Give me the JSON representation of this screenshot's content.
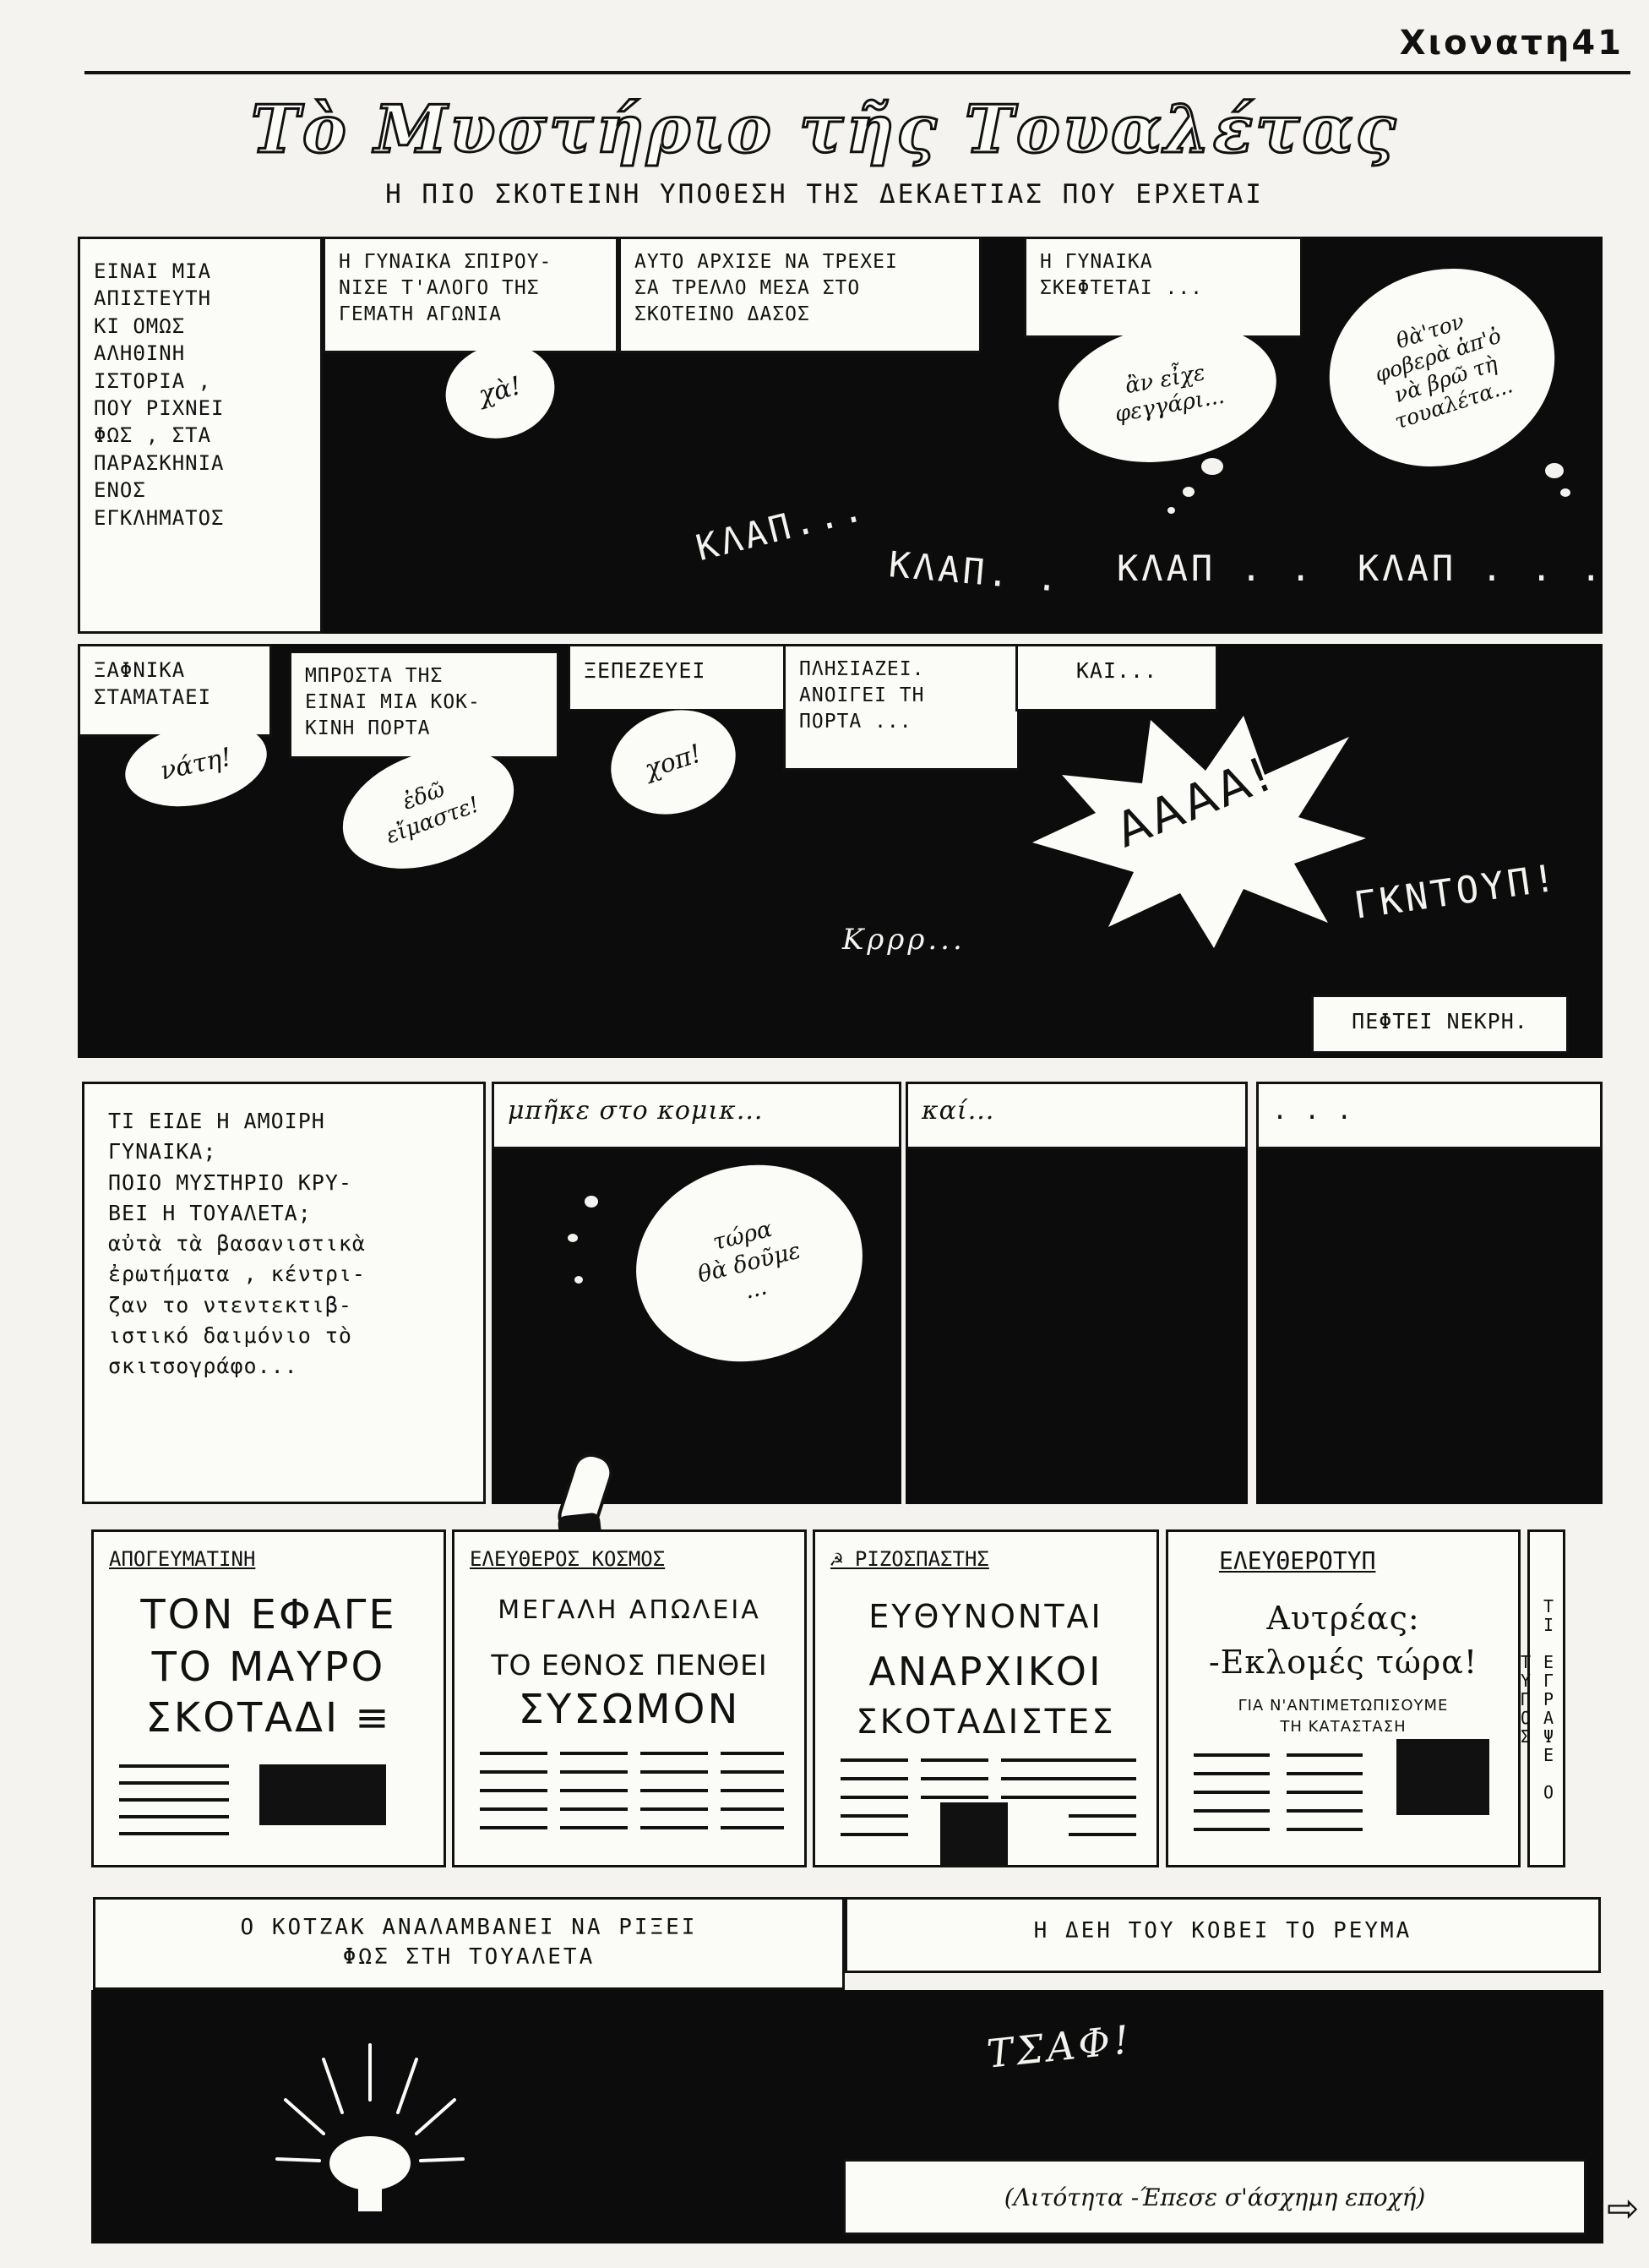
{
  "page": {
    "running_title": "Χιονατη41",
    "title": "Τὸ Μυστήριο τῆς Τουαλέτας",
    "subtitle": "Η ΠΙΟ ΣΚΟΤΕΙΝΗ ΥΠΟΘΕΣΗ ΤΗΣ ΔΕΚΑΕΤΙΑΣ ΠΟΥ ΕΡΧΕΤΑΙ"
  },
  "row1": {
    "intro": "ΕΙΝΑΙ ΜΙΑ\nΑΠΙΣΤΕΥΤΗ\nΚΙ ΟΜΩΣ\nΑΛΗΘΙΝΗ\nΙΣΤΟΡΙΑ ,\nΠΟΥ ΡΙΧΝΕΙ\nΦΩΣ , ΣΤΑ\nΠΑΡΑΣΚΗΝΙΑ\nΕΝΟΣ\nΕΓΚΛΗΜΑΤΟΣ",
    "cap_a": "Η ΓΥΝΑΙΚΑ ΣΠΙΡΟΥ-\nΝΙΣΕ Τ'ΑΛΟΓΟ ΤΗΣ\nΓΕΜΑΤΗ ΑΓΩΝΙΑ",
    "cap_b": "ΑΥΤΟ ΑΡΧΙΣΕ ΝΑ ΤΡΕΧΕΙ\nΣΑ ΤΡΕΛΛΟ ΜΕΣΑ ΣΤΟ\nΣΚΟΤΕΙΝΟ ΔΑΣΟΣ",
    "cap_c": "Η ΓΥΝΑΙΚΑ\nΣΚΕΦΤΕΤΑΙ ...",
    "bubble_1": "χὰ!",
    "bubble_2": "ἂν εἶχε\nφεγγάρι...",
    "bubble_3": "θὰ'τον\nφοβερὰ ἀπ'ὀ\nνὰ βρῶ τὴ\nτουαλέτα...",
    "sfx": [
      "ΚΛΑΠ...",
      "ΚΛΑΠ. .",
      "ΚΛΑΠ . .",
      "ΚΛΑΠ . . ."
    ]
  },
  "row2": {
    "cap_a": "ΞΑΦΝΙΚΑ\nΣΤΑΜΑΤΑΕΙ",
    "cap_b": "ΜΠΡΟΣΤΑ ΤΗΣ\nΕΙΝΑΙ ΜΙΑ ΚΟΚ-\nΚΙΝΗ ΠΟΡΤΑ",
    "cap_c": "ΞΕΠΕΖΕΥΕΙ",
    "cap_d": "ΠΛΗΣΙΑΖΕΙ.\nΑΝΟΙΓΕΙ ΤΗ\nΠΟΡΤΑ ...",
    "cap_e": "ΚΑΙ...",
    "bubble_1": "νάτη!",
    "bubble_2": "ἐδῶ\nεἴμαστε!",
    "bubble_3": "χοπ!",
    "burst": "ΑΑΑΑ!",
    "sfx_1": "Κρρρ...",
    "sfx_2": "ΓΚΝΤΟΥΠ!",
    "cap_f": "ΠΕΦΤΕΙ ΝΕΚΡΗ."
  },
  "row3": {
    "question": "ΤΙ ΕΙΔΕ Η ΑΜΟΙΡΗ\n ΓΥΝΑΙΚΑ;\nΠΟΙΟ ΜΥΣΤΗΡΙΟ ΚΡΥ-\nΒΕΙ Η ΤΟΥΑΛΕΤΑ;\nαὐτὰ τὰ βασανιστικὰ\nἐρωτήματα , κέντρι-\nζαν το ντεντεκτιβ-\nιστικό δαιμόνιο τὸ\nσκιτσογράφο...",
    "cap_a": "μπῆκε στο κομικ...",
    "cap_b": "καί...",
    "cap_c": ". . .",
    "bubble_1": "τώρα\nθὰ δοῦμε\n..."
  },
  "newspapers": [
    {
      "name": "ΑΠΟΓΕΥΜΑΤΙΝΗ",
      "lines": [
        "ΤΟΝ ΕΦΑΓΕ",
        "ΤΟ ΜΑΥΡΟ",
        "ΣΚΟΤΑΔΙ ≡"
      ]
    },
    {
      "name": "ΕΛΕΥΘΕΡΟΣ ΚΟΣΜΟΣ",
      "lines": [
        "ΜΕΓΑΛΗ ΑΠΩΛΕΙΑ",
        "ΤΟ ΕΘΝΟΣ ΠΕΝΘΕΙ",
        "ΣΥΣΩΜΟΝ"
      ]
    },
    {
      "name": "☭ ΡΙΖΟΣΠΑΣΤΗΣ",
      "lines": [
        "ΕΥΘΥΝΟΝΤΑΙ",
        "ΑΝΑΡΧΙΚΟΙ",
        "ΣΚΟΤΑΔΙΣΤΕΣ"
      ]
    },
    {
      "name": "ΕΛΕΥΘΕΡΟΤΥΠ",
      "lines": [
        "Αυτρέας:",
        "-Εκλομές τώρα!",
        "ΓΙΑ Ν'ΑΝΤΙΜΕΤΩΠΙΣΟΥΜΕ\nΤΗ ΚΑΤΑΣΤΑΣΗ"
      ]
    }
  ],
  "side_vertical": "ΤΙ ΕΓΡΑΨΕ Ο ΤΥΠΟΣ",
  "row5": {
    "cap_a": "Ο ΚΟΤΖΑΚ ΑΝΑΛΑΜΒΑΝΕΙ ΝΑ ΡΙΞΕΙ\nΦΩΣ ΣΤΗ ΤΟΥΑΛΕΤΑ",
    "cap_b": "Η ΔΕΗ ΤΟΥ ΚΟΒΕΙ ΤΟ ΡΕΥΜΑ",
    "sfx": "ΤΣΑΦ!",
    "footer": "(Λιτότητα -Έπεσε σ'άσχημη εποχή)"
  },
  "arrow": "⇨"
}
